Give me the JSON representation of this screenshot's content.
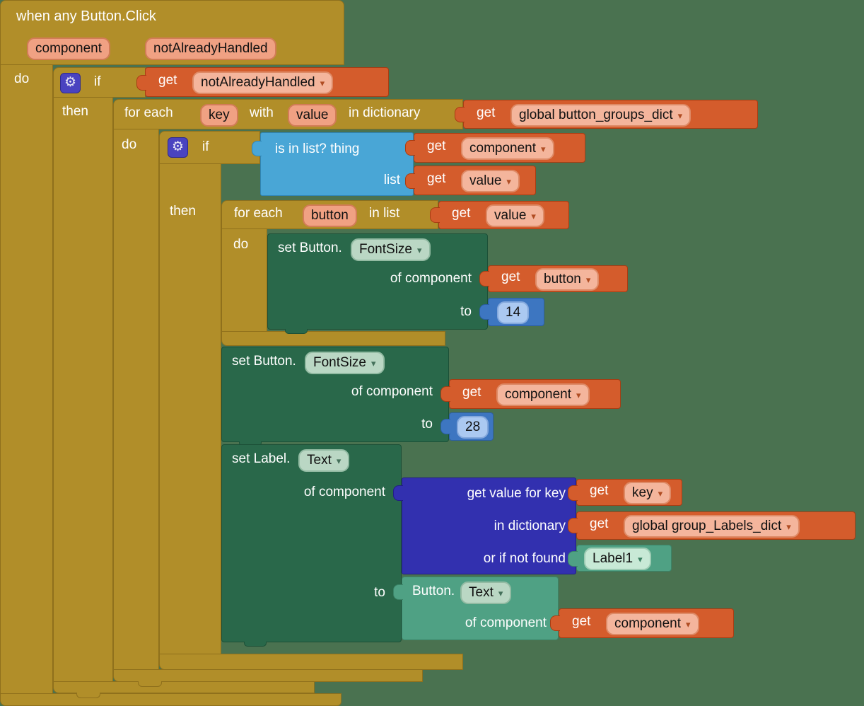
{
  "icons": {
    "dd": "▾",
    "gear": "⚙"
  },
  "colors": {
    "workspace": "#4a7250",
    "control": "#b18e29",
    "variable": "#d45c2c",
    "list": "#49a6d6",
    "dictionary": "#3230af",
    "set_component": "#29684a",
    "component_getter": "#4fa184",
    "math": "#3d76c1",
    "param_pill": "#f0a183",
    "dropdown_pill": "#bad7c4",
    "mutator_gear_bg": "#4a43c0"
  },
  "when_block": {
    "title": "when any Button.Click",
    "params": [
      "component",
      "notAlreadyHandled"
    ],
    "do_label": "do"
  },
  "outer_if": {
    "if_label": "if",
    "then_label": "then",
    "condition": {
      "get": "get",
      "var": "notAlreadyHandled"
    }
  },
  "foreach_dict": {
    "for_each": "for each",
    "key_var": "key",
    "with": "with",
    "value_var": "value",
    "in_dictionary": "in dictionary",
    "do_label": "do",
    "dict": {
      "get": "get",
      "var": "global button_groups_dict"
    }
  },
  "inner_if": {
    "if_label": "if",
    "then_label": "then",
    "is_in_list": {
      "line1": "is in list? thing",
      "line2": "list"
    },
    "thing": {
      "get": "get",
      "var": "component"
    },
    "list": {
      "get": "get",
      "var": "value"
    }
  },
  "foreach_list": {
    "for_each": "for each",
    "loop_var": "button",
    "in_list": "in list",
    "do_label": "do",
    "list": {
      "get": "get",
      "var": "value"
    }
  },
  "set_fontsize_small": {
    "set": "set Button.",
    "prop": "FontSize",
    "of": "of component",
    "to": "to",
    "component": {
      "get": "get",
      "var": "button"
    },
    "value": "14"
  },
  "set_fontsize_big": {
    "set": "set Button.",
    "prop": "FontSize",
    "of": "of component",
    "to": "to",
    "component": {
      "get": "get",
      "var": "component"
    },
    "value": "28"
  },
  "set_label_text": {
    "set": "set Label.",
    "prop": "Text",
    "of": "of component",
    "to": "to",
    "dict_lookup": {
      "line1": "get value for key",
      "line2": "in dictionary",
      "line3": "or if not found",
      "key": {
        "get": "get",
        "var": "key"
      },
      "dict": {
        "get": "get",
        "var": "global group_Labels_dict"
      },
      "not_found": "Label1"
    },
    "value_getter": {
      "title": "Button.",
      "prop": "Text",
      "of": "of component",
      "component": {
        "get": "get",
        "var": "component"
      }
    }
  }
}
